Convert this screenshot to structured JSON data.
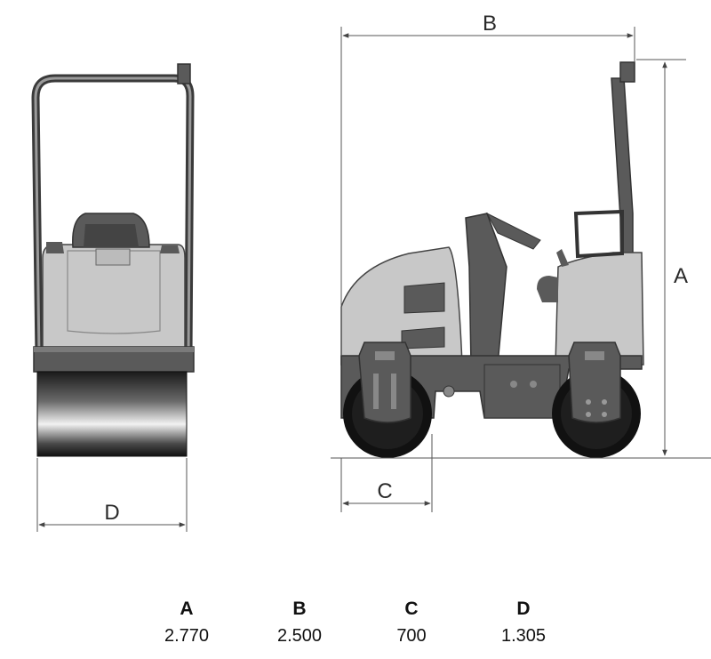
{
  "dimensions": {
    "A": {
      "label": "A",
      "value": "2.770"
    },
    "B": {
      "label": "B",
      "value": "2.500"
    },
    "C": {
      "label": "C",
      "value": "700"
    },
    "D": {
      "label": "D",
      "value": "1.305"
    }
  },
  "colors": {
    "body": "#c8c8c8",
    "dark": "#5a5a5a",
    "outline": "#3a3a3a",
    "drum": "#111111",
    "line": "#555555"
  }
}
